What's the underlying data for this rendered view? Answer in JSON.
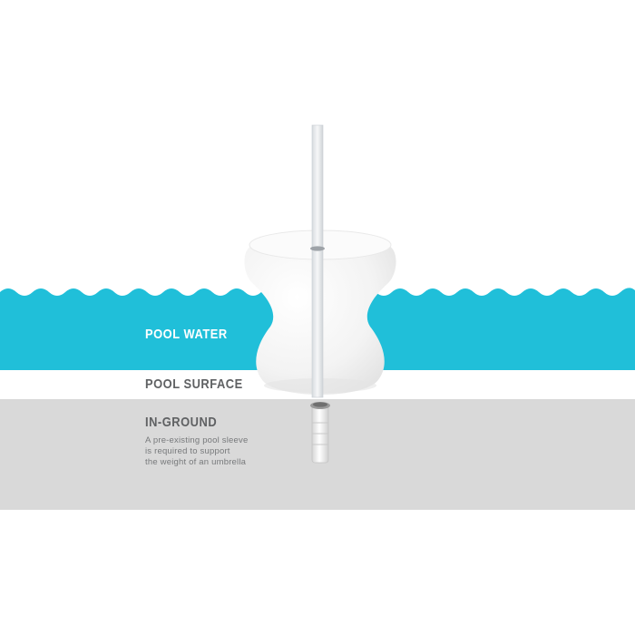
{
  "labels": {
    "pool_water": "POOL WATER",
    "pool_surface": "POOL SURFACE",
    "in_ground": "IN-GROUND"
  },
  "note_lines": [
    "A pre-existing pool sleeve",
    "is required to support",
    "the weight of an umbrella"
  ],
  "colors": {
    "water": "#20bfd9",
    "ground": "#d9d9d9",
    "label_dark": "#5f6163",
    "note_text": "#77797b",
    "table": "#f4f4f4",
    "pole": "#e6e9ec"
  }
}
